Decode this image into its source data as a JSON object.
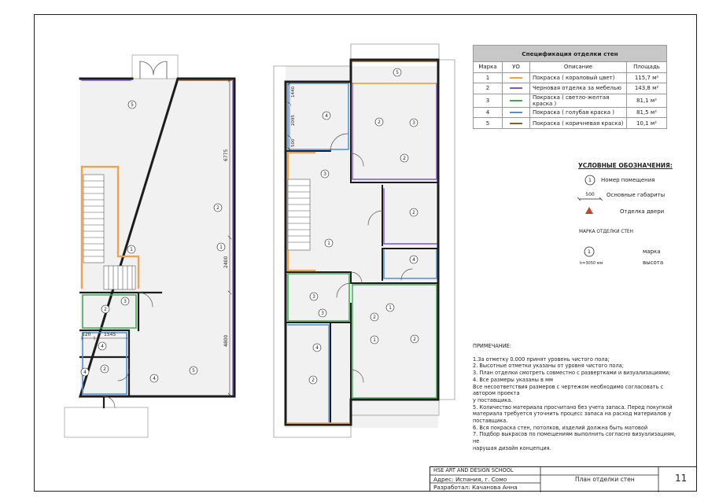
{
  "spec_table": {
    "title": "Спецификация отделки стен",
    "headers": [
      "Марка",
      "УО",
      "Описание",
      "Площадь"
    ],
    "rows": [
      {
        "mark": "1",
        "color": "#f0a24a",
        "description": "Покраска ( кораловый цвет)",
        "area": "115,7 м²"
      },
      {
        "mark": "2",
        "color": "#7a58c8",
        "description": "Черновая отделка за мебелью",
        "area": "143,8 м²"
      },
      {
        "mark": "3",
        "color": "#3faa55",
        "description": "Покраска ( светло-желтая краска )",
        "area": "81,1 м²"
      },
      {
        "mark": "4",
        "color": "#4e8fd6",
        "description": "Покраска ( голубая краска )",
        "area": "81,5 м²"
      },
      {
        "mark": "5",
        "color": "#8a5a2c",
        "description": "Покраска ( коричневая краска)",
        "area": "10,1 м²"
      }
    ]
  },
  "legend": {
    "title": "УСЛОВНЫЕ ОБОЗНАЧЕНИЯ:",
    "room_number_sample": "1",
    "room_number_label": "Номер помещения",
    "dimension_sample": "500",
    "dimension_label": "Основные габариты",
    "door_label": "Отделка двери",
    "wall_mark_title": "МАРКА ОТДЕЛКИ СТЕН",
    "wall_mark_sample": "1",
    "wall_mark_height": "h=3050 мм",
    "wall_mark_label": "марка",
    "height_label": "высота"
  },
  "notes": {
    "title": "ПРИМЕЧАНИЕ:",
    "lines": [
      "1.За отметку 0.000 принят уровень чистого пола;",
      "2. Высотные отметки указаны от уровня чистого пола;",
      "3. План отделки смотреть совместно с развертками и визуализациями;",
      "4. Все размеры указаны в мм",
      "Все несоответствия размеров с чертежом необходимо согласовать с",
      "автором проекта",
      "у поставщика.",
      "5. Количество материала просчитано без учета запаса. Перед покупкой",
      "материала требуется уточнить процесс запаса на расход материалов у",
      "поставщика.",
      "6. Вся покраска стен, потолков, изделий должна быть матовой",
      "7. Подбор выкрасов по помещениям выполнить согласно визуализациям, не",
      "нарушая дизайн концепция."
    ]
  },
  "title_block": {
    "school": "HSE ART AND DESIGN SCHOOL",
    "address": "Адрес:  Испания, г. Сомо",
    "author": "Разработал: Качанова Анна",
    "sheet_title": "План отделки стен",
    "page": "11"
  },
  "plan1": {
    "dimensions": [
      "6775",
      "2400",
      "4800",
      "520",
      "1545"
    ],
    "room_tags": [
      "5",
      "2",
      "1",
      "1",
      "3",
      "2",
      "4",
      "2",
      "4",
      "5",
      "4"
    ]
  },
  "plan2": {
    "dimensions": [
      "1440",
      "2095",
      "500"
    ],
    "room_tags": [
      "5",
      "4",
      "2",
      "3",
      "2",
      "3",
      "2",
      "1",
      "4",
      "3",
      "3",
      "2",
      "1",
      "2",
      "1",
      "4",
      "2"
    ]
  },
  "colors": {
    "wall": "#1c1c1c",
    "finish_1": "#f0a24a",
    "finish_2": "#7a58c8",
    "finish_3": "#3faa55",
    "finish_4": "#4e8fd6",
    "finish_5": "#8a5a2c",
    "door_mark": "#c9442a"
  }
}
